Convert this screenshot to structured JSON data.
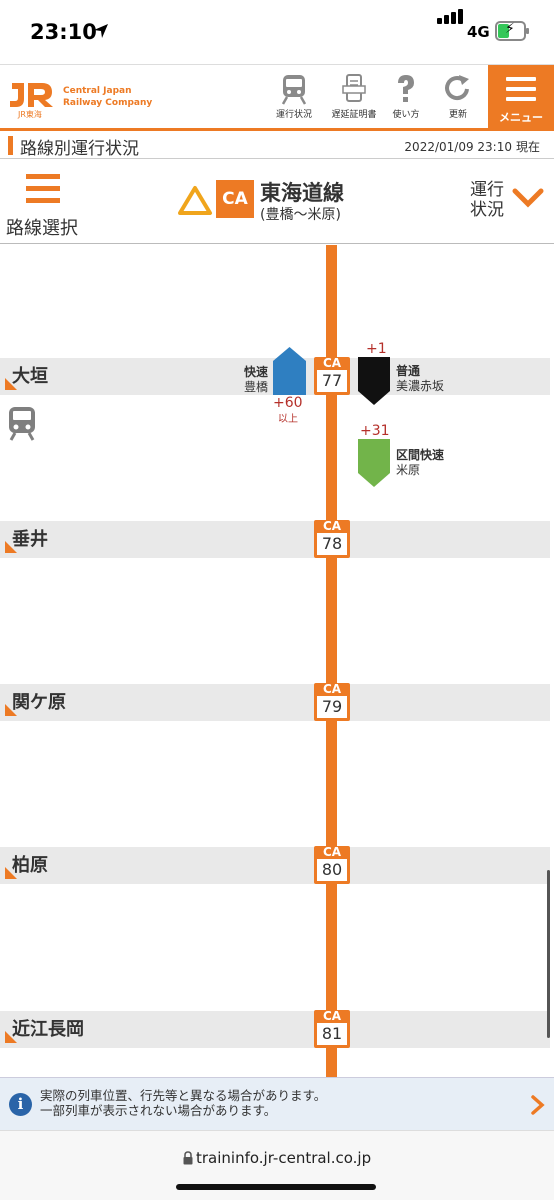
{
  "status_bar": {
    "time": "23:10",
    "network": "4G",
    "battery_level": 0.45
  },
  "header": {
    "logo": {
      "mark": "JR東海",
      "line1": "Central Japan",
      "line2": "Railway Company"
    },
    "tools": [
      {
        "label": "運行状況",
        "icon": "train-icon"
      },
      {
        "label": "遅延証明書",
        "icon": "certificate-icon"
      },
      {
        "label": "使い方",
        "icon": "question-icon"
      },
      {
        "label": "更新",
        "icon": "refresh-icon"
      }
    ],
    "menu_label": "メニュー",
    "accent": "#ed7a24"
  },
  "page": {
    "title": "路線別運行状況",
    "date": "2022/01/09 23:10",
    "now": "現在"
  },
  "line": {
    "route_select_label": "路線選択",
    "code": "CA",
    "name": "東海道線",
    "section": "(豊橋〜米原)",
    "operation_label": "運行状況",
    "status_icon": "triangle-warning-icon"
  },
  "stations": [
    {
      "name": "大垣",
      "code": "CA",
      "number": "77"
    },
    {
      "name": "垂井",
      "code": "CA",
      "number": "78"
    },
    {
      "name": "関ケ原",
      "code": "CA",
      "number": "79"
    },
    {
      "name": "柏原",
      "code": "CA",
      "number": "80"
    },
    {
      "name": "近江長岡",
      "code": "CA",
      "number": "81"
    }
  ],
  "trains": [
    {
      "type": "快速",
      "destination": "豊橋",
      "delay": "+60",
      "delay_note": "以上",
      "direction": "up",
      "color": "#2f7fc1"
    },
    {
      "type": "普通",
      "destination": "美濃赤坂",
      "delay": "+1",
      "direction": "down",
      "color": "#111111"
    },
    {
      "type": "区間快速",
      "destination": "米原",
      "delay": "+31",
      "direction": "down",
      "color": "#72b44a"
    }
  ],
  "notice": {
    "line1": "実際の列車位置、行先等と異なる場合があります。",
    "line2": "一部列車が表示されない場合があります。"
  },
  "url": "traininfo.jr-central.co.jp"
}
